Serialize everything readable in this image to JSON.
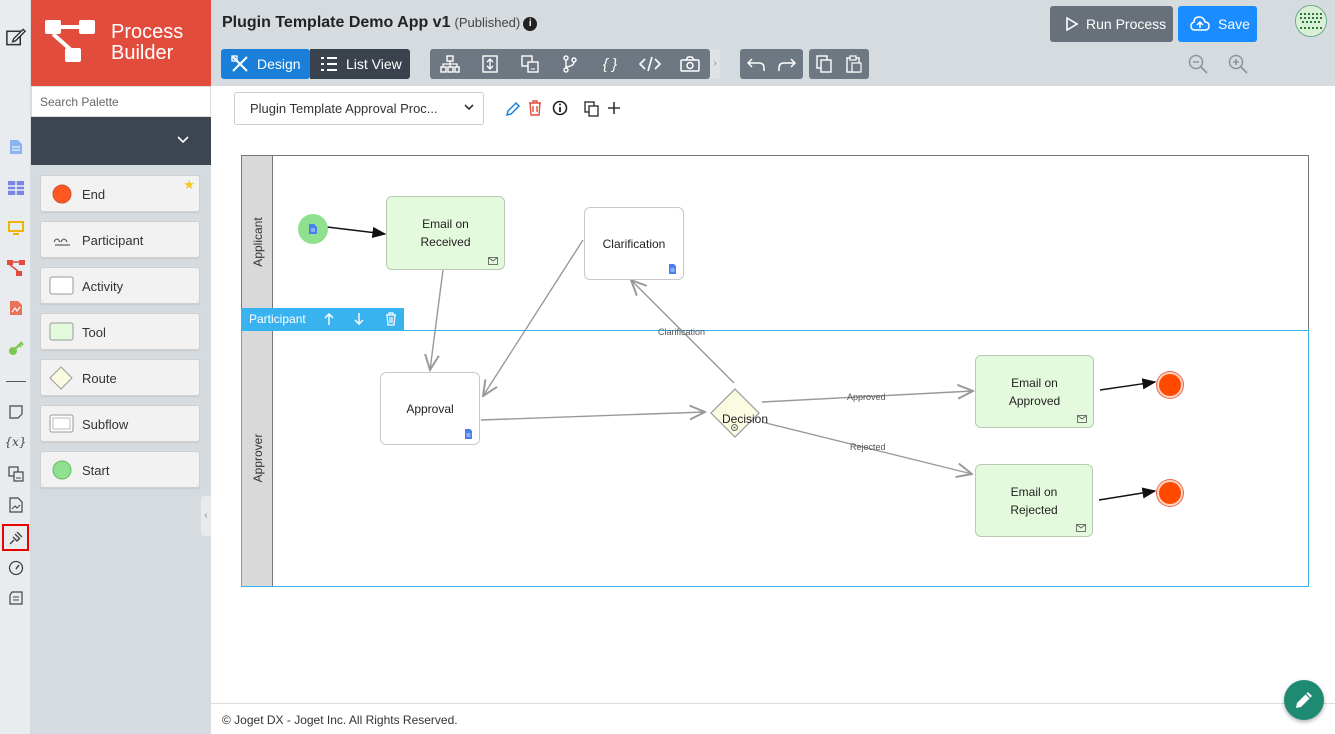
{
  "app": {
    "title": "Plugin Template Demo App v1",
    "status": "(Published)",
    "logo_title_line1": "Process",
    "logo_title_line2": "Builder",
    "footer": "© Joget DX - Joget Inc. All Rights Reserved."
  },
  "header": {
    "run_label": "Run Process",
    "save_label": "Save",
    "design_label": "Design",
    "listview_label": "List View"
  },
  "palette": {
    "search_placeholder": "Search Palette",
    "items": [
      {
        "label": "End",
        "icon": "end-circle-icon",
        "starred": true
      },
      {
        "label": "Participant",
        "icon": "participant-icon"
      },
      {
        "label": "Activity",
        "icon": "activity-icon"
      },
      {
        "label": "Tool",
        "icon": "tool-icon"
      },
      {
        "label": "Route",
        "icon": "route-icon"
      },
      {
        "label": "Subflow",
        "icon": "subflow-icon"
      },
      {
        "label": "Start",
        "icon": "start-circle-icon"
      }
    ]
  },
  "process": {
    "selected": "Plugin Template Approval Proc..."
  },
  "diagram": {
    "lanes": [
      "Applicant",
      "Approver"
    ],
    "participant_tag": "Participant",
    "nodes": {
      "email_received": "Email on Received",
      "clarification": "Clarification",
      "approval": "Approval",
      "decision": "Decision",
      "email_approved": "Email on Approved",
      "email_rejected": "Email on Rejected"
    },
    "edges": {
      "clarification": "Clarification",
      "approved": "Approved",
      "rejected": "Rejected"
    }
  },
  "colors": {
    "logo_bg": "#e24c3d",
    "primary": "#1a7fd9",
    "save": "#1a8cff",
    "end_node": "#ff4a00",
    "start_node": "#8fe08f",
    "tool_node": "#e4fadc",
    "fab": "#1f8a72"
  }
}
